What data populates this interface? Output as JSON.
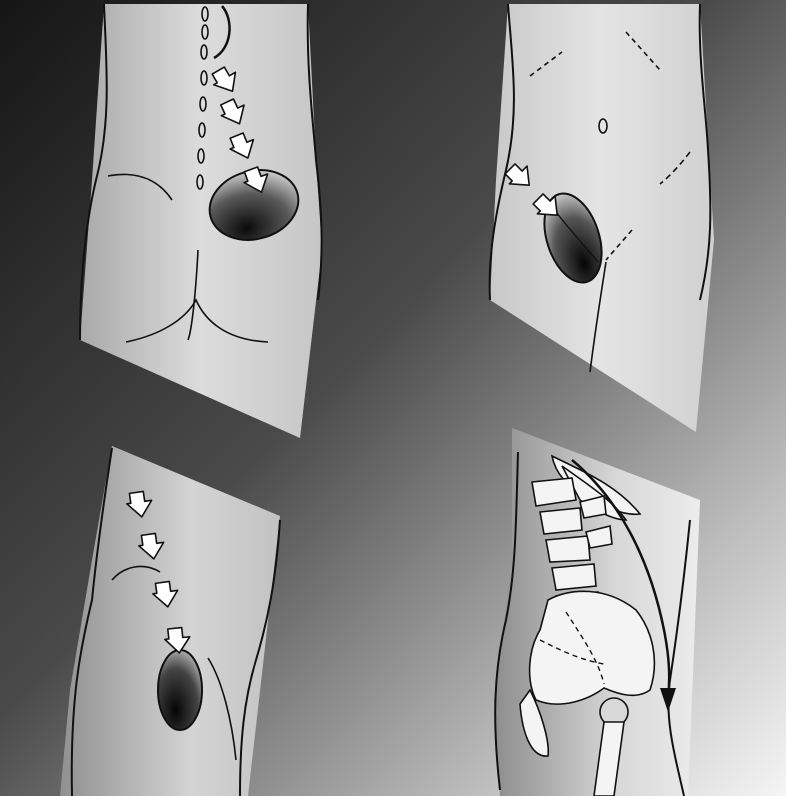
{
  "figure": {
    "panels": [
      {
        "name": "back-view",
        "arrow_count": 4,
        "abscess_shading": "gradient"
      },
      {
        "name": "front-view",
        "arrow_count": 2,
        "abscess_shading": "gradient"
      },
      {
        "name": "side-view",
        "arrow_count": 4,
        "abscess_shading": "gradient"
      },
      {
        "name": "skeletal-side-view",
        "curved_arrow_count": 1
      }
    ],
    "colors": {
      "background_dark": "#1a1a1a",
      "background_light": "#f2f2f2",
      "skin": "#cfcfcf",
      "outline": "#111111",
      "arrow_fill": "#ffffff",
      "abscess_dark": "#0d0d0d",
      "abscess_light": "#e6e6e6"
    }
  }
}
